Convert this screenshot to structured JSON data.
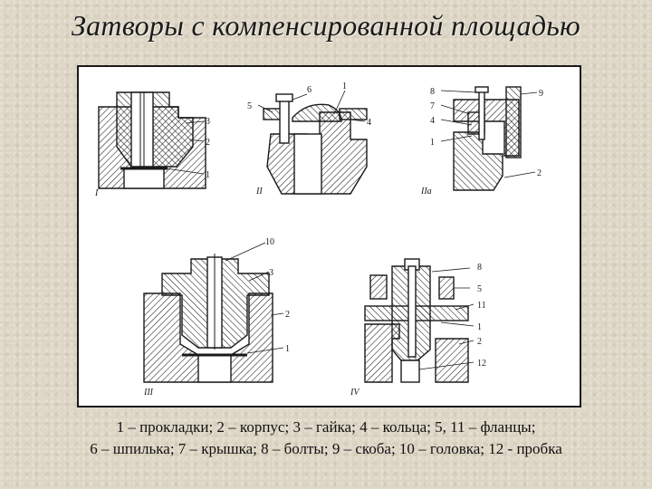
{
  "slide": {
    "title": "Затворы с компенсированной площадью",
    "caption_line1": "1 – прокладки; 2 – корпус; 3 – гайка; 4 – кольца; 5, 11 – фланцы;",
    "caption_line2": "6 – шпилька; 7 – крышка; 8 – болты; 9 – скоба; 10 – головка; 12 - пробка"
  },
  "figures": {
    "I": {
      "numeral": "I",
      "labels": [
        "3",
        "2",
        "1"
      ]
    },
    "II": {
      "numeral": "II",
      "labels": [
        "5",
        "6",
        "1",
        "4"
      ]
    },
    "IIa": {
      "numeral": "IIa",
      "labels": [
        "8",
        "7",
        "4",
        "1",
        "9",
        "2"
      ]
    },
    "III": {
      "numeral": "III",
      "labels": [
        "10",
        "3",
        "2",
        "1"
      ]
    },
    "IV": {
      "numeral": "IV",
      "labels": [
        "8",
        "5",
        "11",
        "1",
        "2",
        "12"
      ]
    }
  },
  "colors": {
    "background": "#ddd5c4",
    "ink": "#1a1a1a",
    "panel": "#ffffff"
  }
}
